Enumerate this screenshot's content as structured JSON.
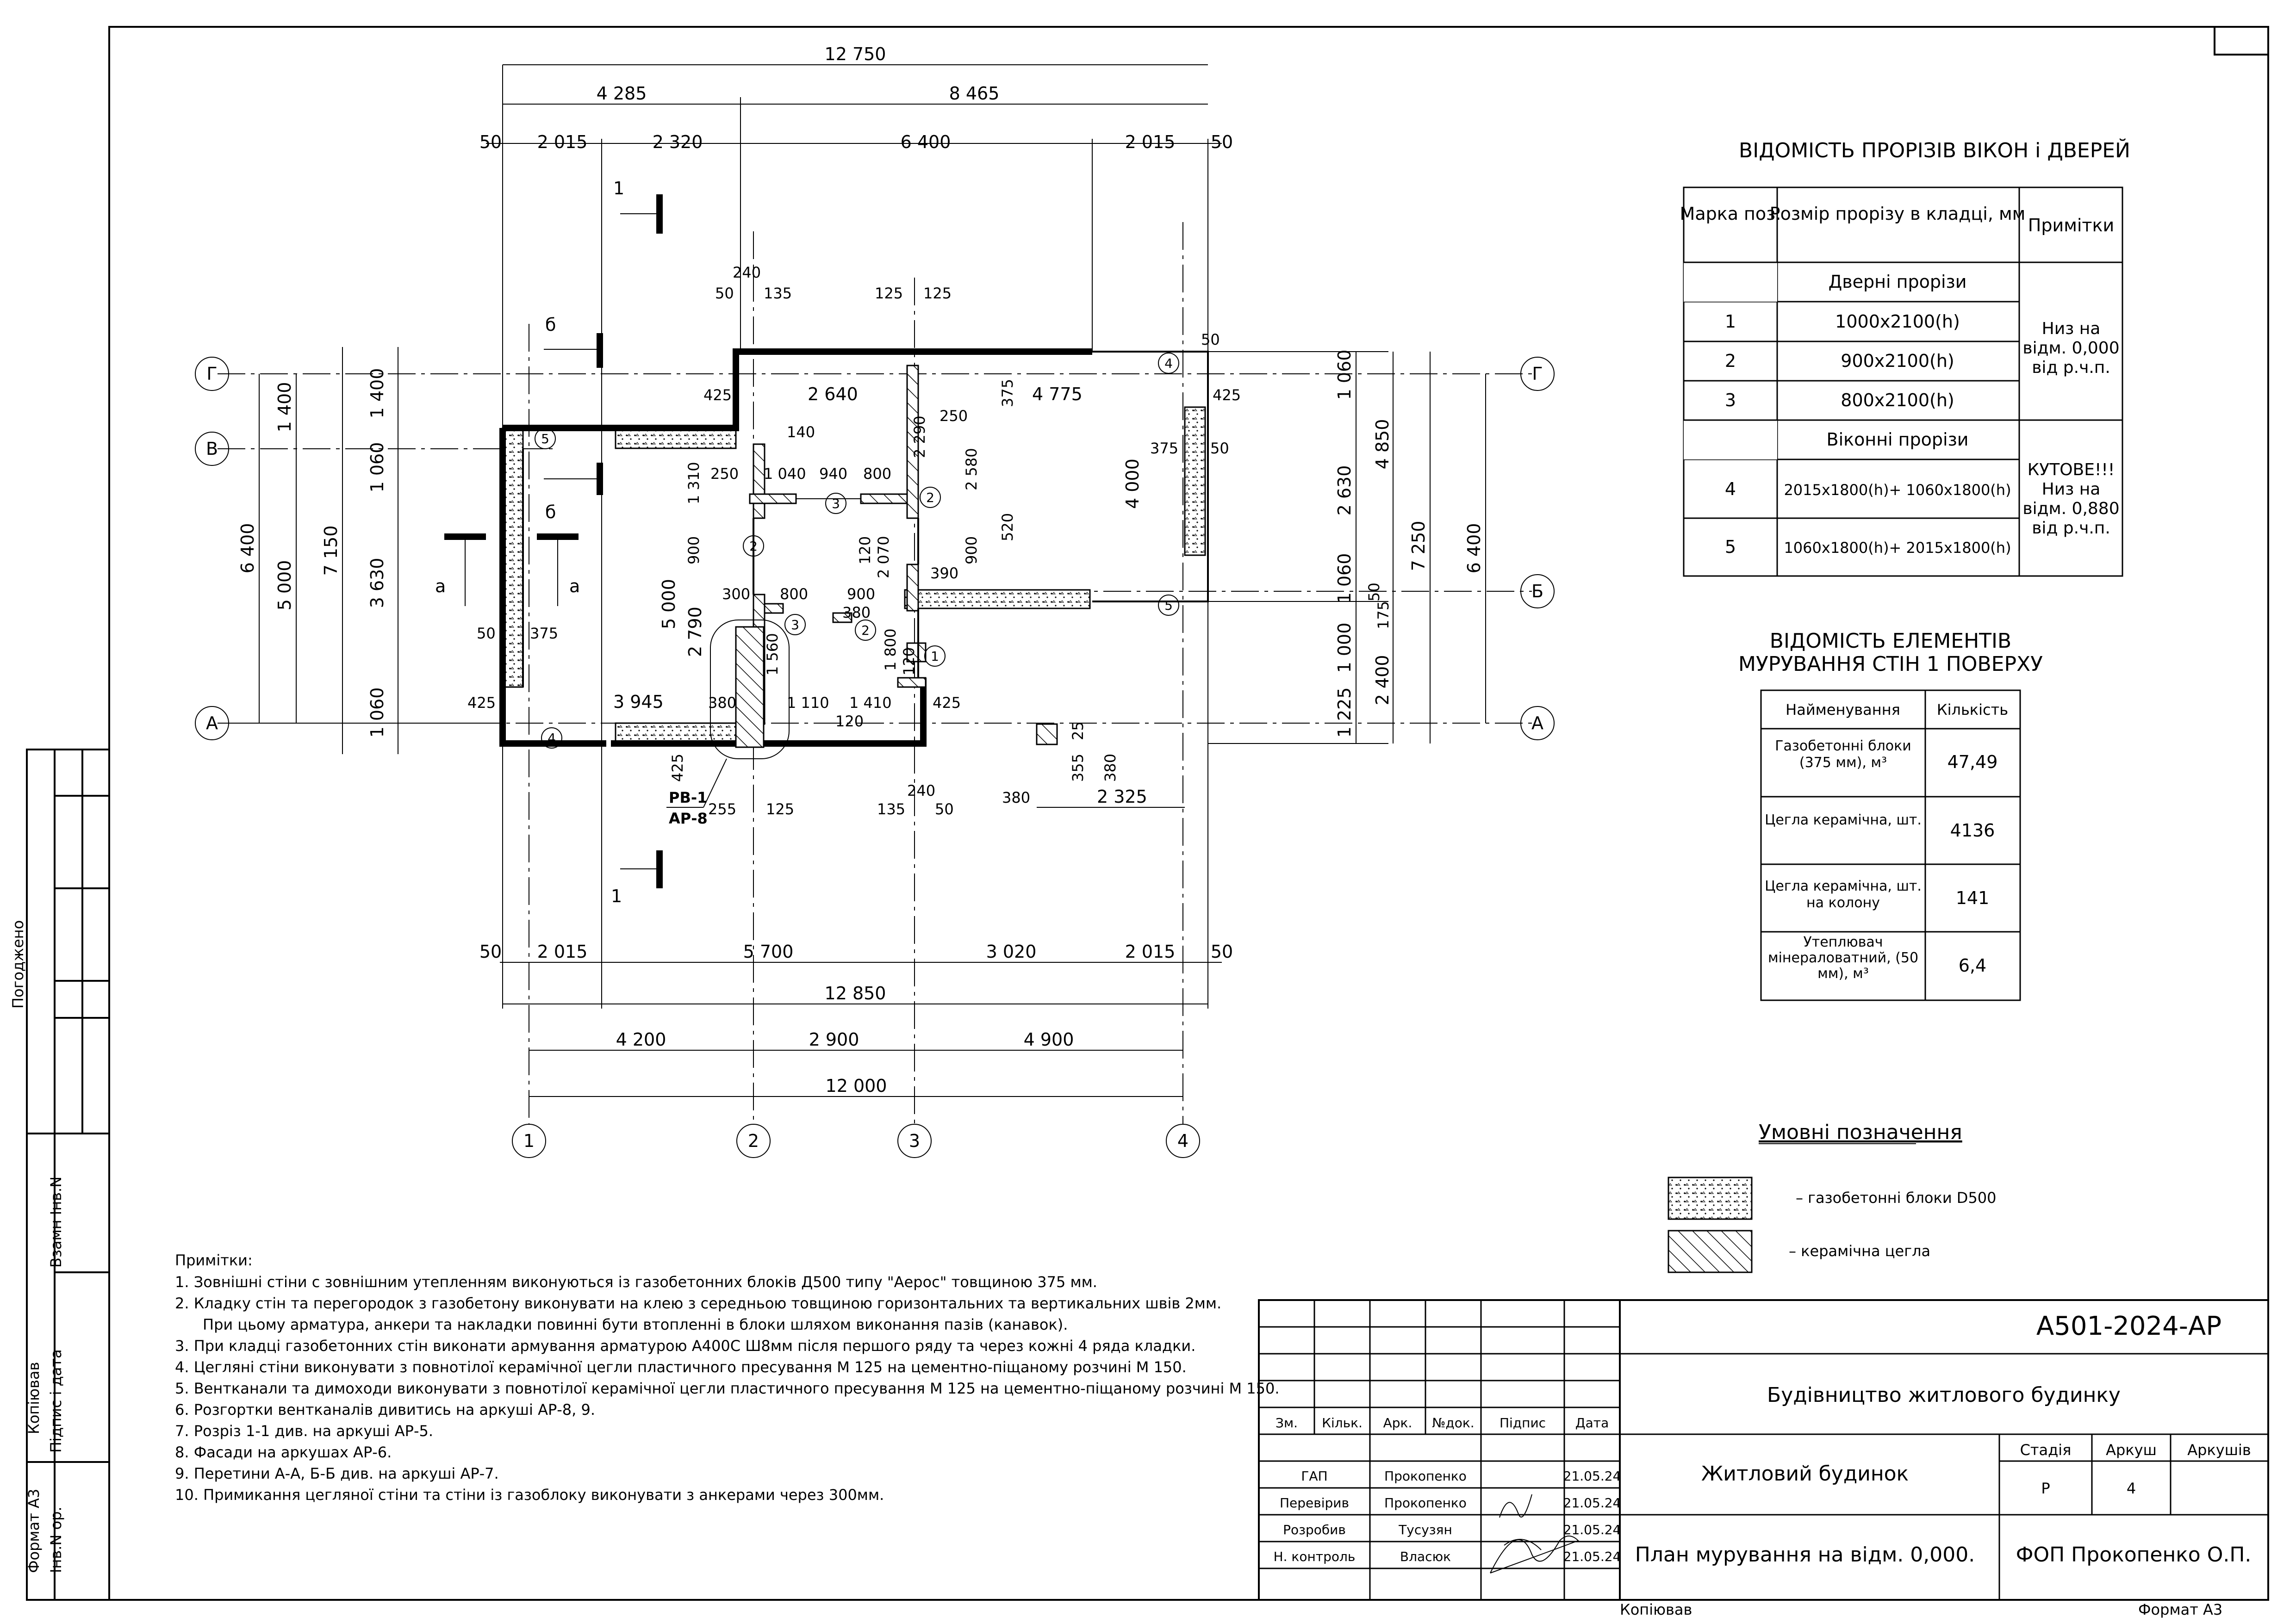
{
  "drawing": {
    "overall_dims": {
      "top_total": "12 750",
      "top_split": [
        "4 285",
        "8 465"
      ],
      "top_row": [
        "50",
        "2 015",
        "2 320",
        "6 400",
        "2 015",
        "50"
      ],
      "bottom_row": [
        "50",
        "2 015",
        "5 700",
        "3 020",
        "2 015",
        "50"
      ],
      "bottom_total_1": "12 850",
      "bottom_split": [
        "4 200",
        "2 900",
        "4 900"
      ],
      "bottom_total_2": "12 000",
      "left_outer": [
        "6 400",
        "5 000",
        "7 150"
      ],
      "left_inner": [
        "1 400",
        "1 400",
        "1 060",
        "3 630",
        "1 060"
      ],
      "right_inner": [
        "1 060",
        "2 630",
        "1 060",
        "1 000",
        "1 225"
      ],
      "right_outer": [
        "4 850",
        "7 250",
        "6 400",
        "2 400"
      ]
    },
    "axes_h": [
      "Г",
      "В",
      "Б",
      "А"
    ],
    "axes_v": [
      "1",
      "2",
      "3",
      "4"
    ],
    "section_marks": [
      "1",
      "1",
      "б",
      "б",
      "а",
      "а"
    ],
    "interior_dims": [
      "240",
      "50",
      "135",
      "125",
      "125",
      "425",
      "2 640",
      "4 775",
      "425",
      "140",
      "250",
      "1 040",
      "940",
      "800",
      "2 290",
      "250",
      "375",
      "2 580",
      "4 000",
      "375",
      "50",
      "1 310",
      "900",
      "5 000",
      "2 070",
      "120",
      "900",
      "520",
      "390",
      "300",
      "800",
      "900",
      "380",
      "2 790",
      "1 560",
      "1 800",
      "120",
      "3 945",
      "380",
      "1 110",
      "1 410",
      "120",
      "425",
      "50",
      "375",
      "425",
      "25",
      "355",
      "380",
      "380",
      "2 325",
      "255",
      "125",
      "135",
      "240",
      "50",
      "175",
      "50",
      "425",
      "50"
    ],
    "opening_marks": [
      "1",
      "2",
      "2",
      "2",
      "3",
      "3",
      "4",
      "4",
      "5",
      "5"
    ],
    "callout": [
      "РВ-1",
      "АР-8"
    ]
  },
  "openings_table": {
    "title": "ВІДОМІСТЬ ПРОРІЗІВ ВІКОН і ДВЕРЕЙ",
    "headers": [
      "Марка поз.",
      "Розмір прорізу в кладці, мм",
      "Примітки"
    ],
    "doors_label": "Дверні прорізи",
    "doors": [
      [
        "1",
        "1000х2100(h)"
      ],
      [
        "2",
        "900х2100(h)"
      ],
      [
        "3",
        "800х2100(h)"
      ]
    ],
    "doors_note": "Низ на відм. 0,000 від р.ч.п.",
    "windows_label": "Віконні прорізи",
    "windows": [
      [
        "4",
        "2015х1800(h)+ 1060х1800(h)"
      ],
      [
        "5",
        "1060х1800(h)+ 2015х1800(h)"
      ]
    ],
    "windows_note": "КУТОВЕ!!! Низ на відм. 0,880 від р.ч.п."
  },
  "masonry_table": {
    "title_1": "ВІДОМІСТЬ ЕЛЕМЕНТІВ",
    "title_2": "МУРУВАННЯ СТІН 1 ПОВЕРХУ",
    "headers": [
      "Найменування",
      "Кількість"
    ],
    "rows": [
      [
        "Газобетонні блоки (375 мм), м³",
        "47,49"
      ],
      [
        "Цегла керамічна, шт.",
        "4136"
      ],
      [
        "Цегла керамічна, шт. на колону",
        "141"
      ],
      [
        "Утеплювач мінераловатний, (50 мм), м³",
        "6,4"
      ]
    ]
  },
  "legend": {
    "title": "Умовні позначення",
    "items": [
      "– газобетонні блоки D500",
      "– керамічна цегла"
    ]
  },
  "notes": {
    "title": "Примітки:",
    "lines": [
      "1. Зовнішні стіни с зовнішним утепленням виконуються із газобетонних блоків Д500 типу \"Аерос\" товщиною 375 мм.",
      "2. Кладку стін та перегородок з газобетону виконувати на клею з середньою товщиною горизонтальних та вертикальних швів 2мм.",
      "При цьому арматура, анкери та накладки повинні бути втопленні в блоки шляхом виконання пазів (канавок).",
      "3. При кладці газобетонних стін виконати армування арматурою А400С Ш8мм після першого ряду та через кожні 4 ряда кладки.",
      "4. Цегляні стіни виконувати з повнотілої керамічної цегли пластичного пресування М 125 на цементно-піщаному розчині М 150.",
      "5. Вентканали та димоходи виконувати з повнотілої керамічної цегли пластичного пресування М 125 на цементно-піщаному розчині М 150.",
      "6. Розгортки вентканалів дивитись на аркуші АР-8, 9.",
      "7. Розріз 1-1 див. на аркуші АР-5.",
      "8. Фасади на аркушах АР-6.",
      "9. Перетини А-А, Б-Б див. на аркуші АР-7.",
      "10. Примикання цегляної стіни та стіни із газоблоку виконувати з анкерами через 300мм."
    ]
  },
  "side_stamp": {
    "agreed": "Погоджено",
    "replaced": "Взамн Інв.N",
    "sign_date": "Підпис і дата",
    "inv": "Інв.N ор.",
    "copied": "Копіював",
    "format": "Формат А3"
  },
  "title_block": {
    "code": "А501-2024-АР",
    "project": "Будівництво житлового будинку",
    "object": "Житловий будинок",
    "sheet_title": "План мурування на відм. 0,000.",
    "company": "ФОП Прокопенко О.П.",
    "col_headers": [
      "Зм.",
      "Кільк.",
      "Арк.",
      "№док.",
      "Підпис",
      "Дата"
    ],
    "stage_headers": [
      "Стадія",
      "Аркуш",
      "Аркушів"
    ],
    "stage": "Р",
    "sheet": "4",
    "sheets": "",
    "people": [
      [
        "ГАП",
        "Прокопенко",
        "21.05.24"
      ],
      [
        "Перевірив",
        "Прокопенко",
        "21.05.24"
      ],
      [
        "Розробив",
        "Тусузян",
        "21.05.24"
      ],
      [
        "Н. контроль",
        "Власюк",
        "21.05.24"
      ]
    ],
    "copied": "Копіював",
    "format": "Формат А3"
  }
}
